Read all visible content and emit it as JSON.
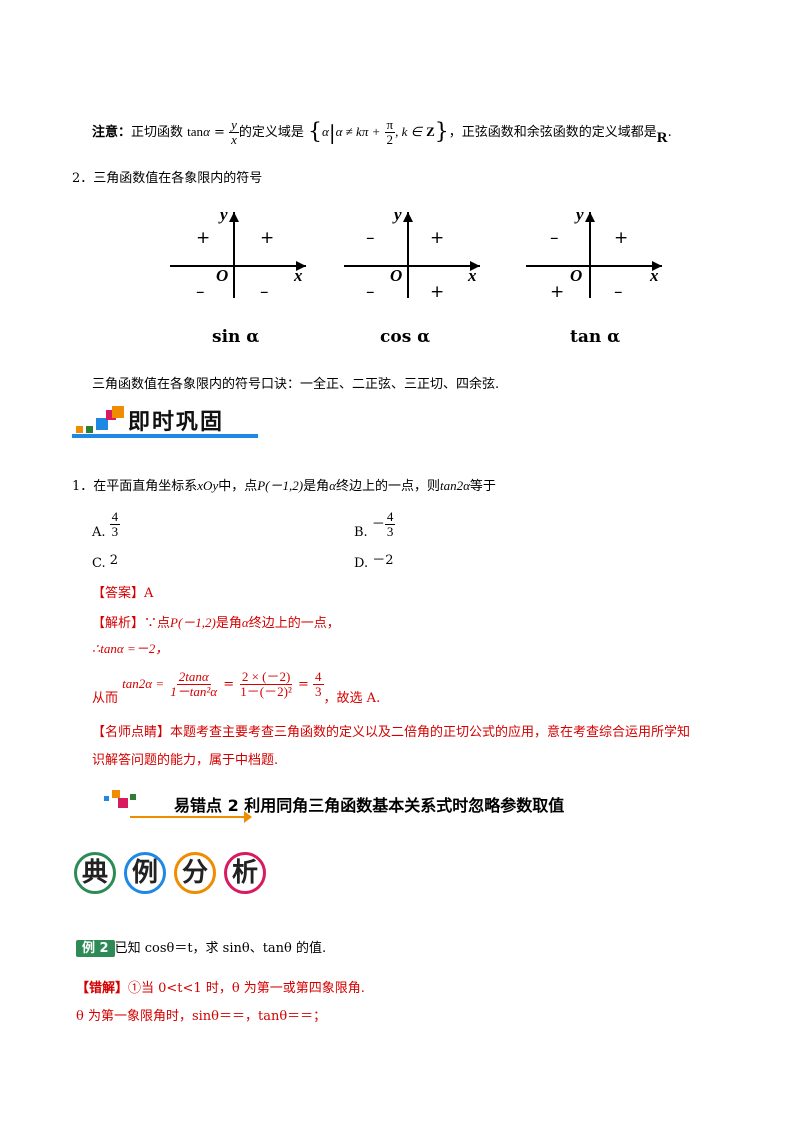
{
  "note": {
    "label": "注意：",
    "text1": "正切函数",
    "tan": "tan",
    "alpha": "α",
    "eq": "=",
    "frac_n": "y",
    "frac_d": "x",
    "text2": "的定义域是",
    "set_a": "α",
    "set_cond": "α ≠ kπ +",
    "pi_n": "π",
    "pi_d": "2",
    "set_k": ", k ∈",
    "set_Z": "Z",
    "text3": "，正弦函数和余弦函数的定义域都是",
    "R": "R",
    "dot": "."
  },
  "section2": {
    "title": "2．三角函数值在各象限内的符号"
  },
  "diagrams": [
    {
      "label": "sin α",
      "q1": "+",
      "q2": "+",
      "q3": "–",
      "q4": "–",
      "x": "x",
      "y": "y",
      "o": "O"
    },
    {
      "label": "cos α",
      "q1": "+",
      "q2": "–",
      "q3": "–",
      "q4": "+",
      "x": "x",
      "y": "y",
      "o": "O"
    },
    {
      "label": "tan α",
      "q1": "+",
      "q2": "–",
      "q3": "+",
      "q4": "–",
      "x": "x",
      "y": "y",
      "o": "O"
    }
  ],
  "mnemonic": "三角函数值在各象限内的符号口诀：一全正、二正弦、三正切、四余弦.",
  "banner1": {
    "text": "即时巩固",
    "colors": [
      "#f08c00",
      "#d81b60",
      "#2e7d32",
      "#1e88e5"
    ]
  },
  "q1": {
    "stem_a": "1．在平面直角坐标系",
    "stem_xoy": "xOy",
    "stem_b": "中，点",
    "stem_P": "P(－1,2)",
    "stem_c": "是角",
    "stem_alpha": "α",
    "stem_d": "终边上的一点，则",
    "stem_tan": "tan2α",
    "stem_e": "等于",
    "options": [
      {
        "label": "A.",
        "num": "4",
        "den": "3",
        "sign": ""
      },
      {
        "label": "B.",
        "num": "4",
        "den": "3",
        "sign": "－"
      },
      {
        "label": "C.",
        "value": "2"
      },
      {
        "label": "D.",
        "value": "－2"
      }
    ]
  },
  "answer": {
    "label": "【答案】",
    "value": "A"
  },
  "analysis": {
    "label": "【解析】",
    "l1_a": "∵点",
    "l1_P": "P(－1,2)",
    "l1_b": "是角",
    "l1_alpha": "α",
    "l1_c": "终边上的一点，",
    "l2": "∴tanα =－2，",
    "l3_prefix": "从而",
    "l3_lhs": "tan2α =",
    "l3_f1n": "2tanα",
    "l3_f1d": "1－tan²α",
    "l3_eq2": "=",
    "l3_f2n": "2 × (－2)",
    "l3_f2d": "1－(－2)²",
    "l3_eq3": "=",
    "l3_f3n": "4",
    "l3_f3d": "3",
    "l3_suffix": "，故选 A."
  },
  "comment": {
    "label": "【名师点睛】",
    "line1": "本题考查主要考查三角函数的定义以及二倍角的正切公式的应用，意在考查综合运用所学知",
    "line2": "识解答问题的能力，属于中档题."
  },
  "error_point": {
    "title": "易错点 2  利用同角三角函数基本关系式时忽略参数取值"
  },
  "typical": {
    "chars": [
      "典",
      "例",
      "分",
      "析"
    ],
    "colors": [
      "#2e8b57",
      "#1e88e5",
      "#f08c00",
      "#d81b60"
    ]
  },
  "example": {
    "badge": "例 2",
    "text": "已知 cosθ＝t，求 sinθ、tanθ 的值."
  },
  "wrong": {
    "label": "【错解】",
    "line1": "①当 0<t<1 时，θ 为第一或第四象限角.",
    "line2": "θ 为第一象限角时，sinθ＝＝，tanθ＝＝；"
  }
}
